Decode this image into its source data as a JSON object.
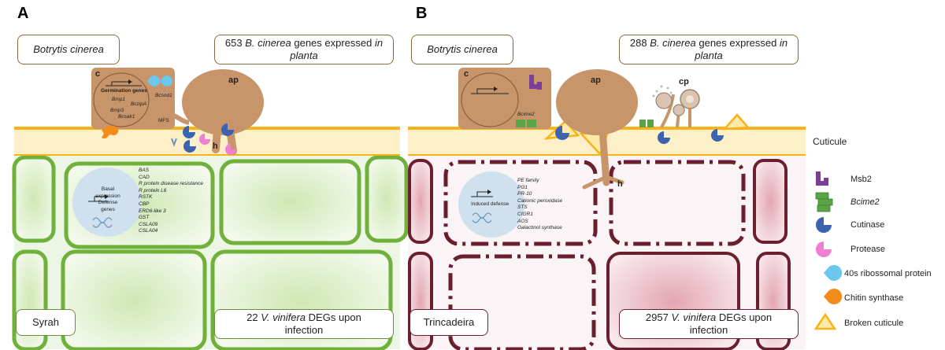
{
  "panel_a": {
    "letter": "A",
    "organism": "Botrytis cinerea",
    "expressed_count": "653",
    "expressed_species": "B. cinerea",
    "expressed_text": "genes expressed",
    "expressed_in": "in",
    "expressed_planta": "planta",
    "cell_label": "c",
    "appressorium_label": "ap",
    "hypha_label": "h",
    "germination_title": "Germination genes",
    "germination_genes": [
      "Bmp1",
      "BczipA",
      "Bmp3",
      "Bcsak1"
    ],
    "bcsod1": "Bcsod1",
    "mfs": "MFS",
    "basal_title_1": "Basal expression",
    "basal_title_2": "Defense genes",
    "defense_genes": [
      "BAS",
      "CAD",
      "R protein disease resistance",
      "R protein L6",
      "RSTK",
      "CBP",
      "ERD6-like 3",
      "GST",
      "CSLA09",
      "CSLA04"
    ],
    "cultivar": "Syrah",
    "degs_count": "22",
    "degs_species": "V. vinifera",
    "degs_text": "DEGs upon",
    "degs_infection": "infection"
  },
  "panel_b": {
    "letter": "B",
    "organism": "Botrytis cinerea",
    "expressed_count": "288",
    "expressed_species": "B. cinerea",
    "expressed_text": "genes expressed",
    "expressed_in": "in",
    "expressed_planta": "planta",
    "cell_label": "c",
    "appressorium_label": "ap",
    "cp_label": "cp",
    "hypha_label": "h",
    "bcime2": "Bcime2",
    "induced_title": "Induced defense",
    "defense_genes": [
      "PE family",
      "PG1",
      "PR-10",
      "Cationic peroxidase",
      "STS",
      "CIGR1",
      "AOS",
      "Galactinol synthase"
    ],
    "cultivar": "Trincadeira",
    "degs_count": "2957",
    "degs_species": "V. vinifera",
    "degs_text": "DEGs upon",
    "degs_infection": "infection"
  },
  "cuticle_label": "Cuticule",
  "legend": [
    {
      "label": "Msb2",
      "icon": "msb2-icon",
      "italic": false
    },
    {
      "label": "Bcime2",
      "icon": "bcime2-icon",
      "italic": true
    },
    {
      "label": "Cutinase",
      "icon": "cutinase-icon",
      "italic": false
    },
    {
      "label": "Protease",
      "icon": "protease-icon",
      "italic": false
    },
    {
      "label": "40s ribossomal protein",
      "icon": "ribosomal-protein-icon",
      "italic": false
    },
    {
      "label": "Chitin synthase",
      "icon": "chitin-synthase-icon",
      "italic": false
    },
    {
      "label": "Broken cuticule",
      "icon": "broken-cuticle-icon",
      "italic": false
    }
  ],
  "colors": {
    "fungus": "#c8956a",
    "cuticle": "#f7b31a",
    "cuticle_fill": "#fdf0c8",
    "syrah_wall": "#6fb13a",
    "trinca_wall": "#6b1e2e",
    "cutinase": "#3b63b0",
    "protease": "#f07fd4",
    "ribosomal": "#6dc6ee",
    "chitin": "#f28a1c",
    "msb2": "#7b3f98",
    "bcime2": "#5aa446"
  }
}
